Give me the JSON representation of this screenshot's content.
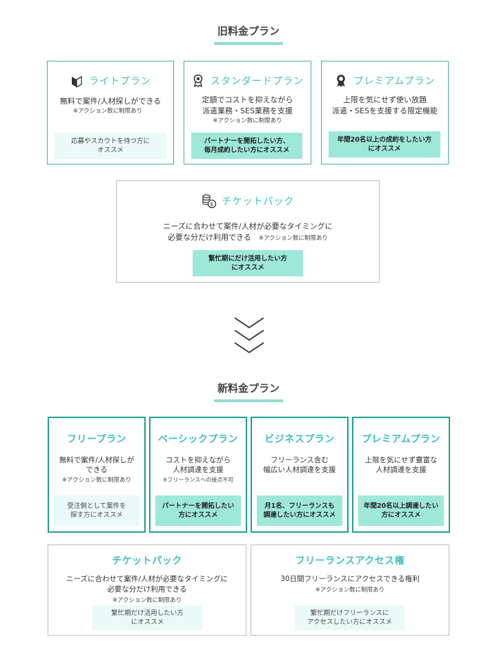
{
  "old": {
    "title": "旧料金プラン",
    "plans": [
      {
        "name": "ライトプラン",
        "icon": "beginner-mark-icon",
        "desc1": "無料で案件/人材探しができる",
        "desc2": "",
        "note": "※アクション数に制限あり",
        "reco1": "応募やスカウトを待つ方に",
        "reco2": "オススメ"
      },
      {
        "name": "スタンダードプラン",
        "icon": "award-badge-icon",
        "desc1": "定額でコストを抑えながら",
        "desc2": "派遣業務・SES業務を支援",
        "note": "※アクション数に制限あり",
        "reco1": "パートナーを開拓したい方、",
        "reco2": "毎月成約したい方にオススメ"
      },
      {
        "name": "プレミアムプラン",
        "icon": "award-ribbon-icon",
        "desc1": "上限を気にせず使い放題",
        "desc2": "派遣・SESを支援する限定機能",
        "note": "",
        "reco1": "年間20名以上の成約をしたい方",
        "reco2": "にオススメ"
      }
    ],
    "ticket": {
      "name": "チケットパック",
      "icon": "coins-icon",
      "desc1": "ニーズに合わせて案件/人材が必要なタイミングに",
      "desc2": "必要な分だけ利用できる",
      "note": "※アクション数に制限あり",
      "reco1": "繁忙期にだけ活用したい方",
      "reco2": "にオススメ"
    }
  },
  "new": {
    "title": "新料金プラン",
    "plans": [
      {
        "name": "フリープラン",
        "desc1": "無料で案件/人材探しが",
        "desc2": "できる",
        "note": "※アクション数に制限あり",
        "reco1": "受注側として案件を",
        "reco2": "探す方にオススメ"
      },
      {
        "name": "ベーシックプラン",
        "desc1": "コストを抑えながら",
        "desc2": "人材調達を支援",
        "note": "※フリーランスへの接点不可",
        "reco1": "パートナーを開拓したい",
        "reco2": "方にオススメ"
      },
      {
        "name": "ビジネスプラン",
        "desc1": "フリーランス含む",
        "desc2": "幅広い人材調達を支援",
        "note": "",
        "reco1": "月1名、フリーランスも",
        "reco2": "調達したい方にオススメ"
      },
      {
        "name": "プレミアムプラン",
        "desc1": "上限を気にせず豊富な",
        "desc2": "人材調達を支援",
        "note": "",
        "reco1": "年間20名以上調達したい",
        "reco2": "方にオススメ"
      }
    ],
    "extras": [
      {
        "name": "チケットパック",
        "desc1": "ニーズに合わせて案件/人材が必要なタイミングに",
        "desc2": "必要な分だけ利用できる",
        "note": "※アクション数に制限あり",
        "reco1": "繁忙期だけ活用したい方",
        "reco2": "にオススメ"
      },
      {
        "name": "フリーランスアクセス権",
        "desc1": "30日間フリーランスにアクセスできる権利",
        "desc2": "",
        "note": "※アクション数に制限あり",
        "reco1": "繁忙期だけフリーランスに",
        "reco2": "アクセスしたい方にオススメ"
      }
    ]
  },
  "colors": {
    "accent": "#3fc0c0",
    "underline": "#8fdcd0",
    "reco_strong": "#9ee8d8",
    "reco_light": "#eafaf8",
    "border_teal": "#1e9f8e"
  }
}
